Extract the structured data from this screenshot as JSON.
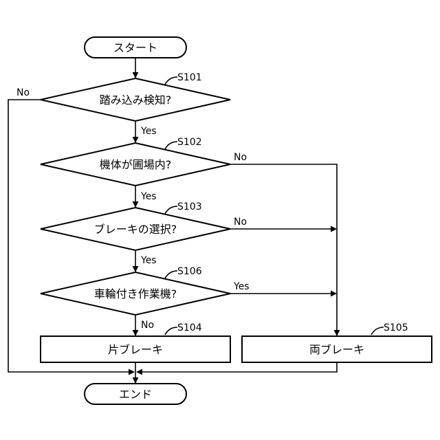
{
  "nodes": {
    "start": "スタート",
    "q1": "踏み込み検知?",
    "q2": "機体が圃場内?",
    "q3": "ブレーキの選択?",
    "q4": "車輪付き作業機?",
    "one_brake": "片ブレーキ",
    "both_brakes": "両ブレーキ",
    "end": "エンド"
  },
  "steps": {
    "q1": "S101",
    "q2": "S102",
    "q3": "S103",
    "q4": "S106",
    "one_brake": "S104",
    "both_brakes": "S105"
  },
  "branches": {
    "q1_no": "No",
    "q1_yes": "Yes",
    "q2_no": "No",
    "q2_yes": "Yes",
    "q3_no": "No",
    "q3_yes": "Yes",
    "q4_yes": "Yes",
    "q4_no": "No"
  }
}
